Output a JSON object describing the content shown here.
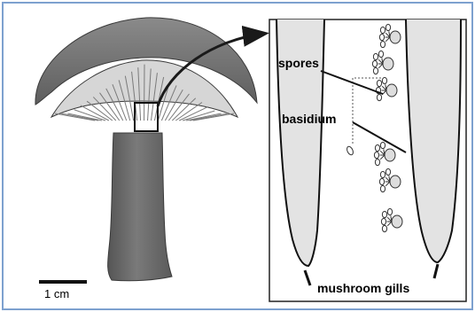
{
  "labels": {
    "spores": "spores",
    "basidium": "basidium",
    "mushroom_gills": "mushroom gills"
  },
  "scale_bar": {
    "label": "1 cm"
  },
  "colors": {
    "border": "#7da1cf",
    "cap": "#6d6d6d",
    "cap_highlight": "#8c8c8c",
    "gills": "#cfcfcf",
    "stem": "#6a6a6a",
    "stem_light": "#8a8a8a",
    "gill_fill": "#e3e3e3",
    "outline": "#1a1a1a"
  }
}
